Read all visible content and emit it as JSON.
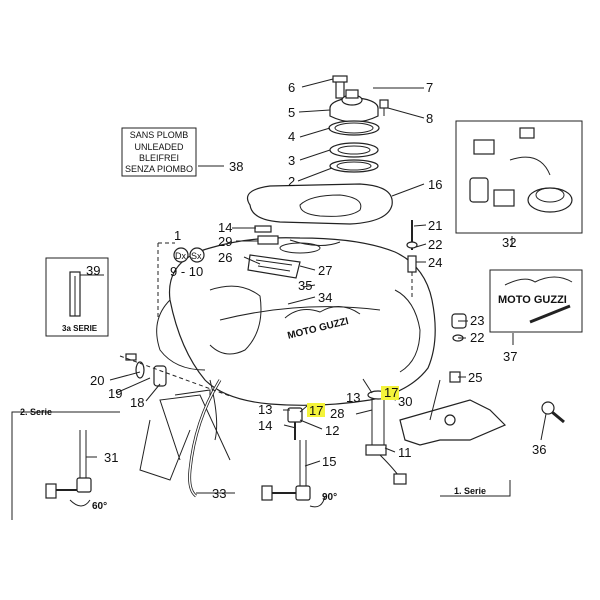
{
  "labels": {
    "p1": "1",
    "p2": "2",
    "p3": "3",
    "p4": "4",
    "p5": "5",
    "p6": "6",
    "p7": "7",
    "p8": "8",
    "p9_10": "9 - 10",
    "p11": "11",
    "p12": "12",
    "p13a": "13",
    "p13b": "13",
    "p14a": "14",
    "p14b": "14",
    "p15": "15",
    "p16": "16",
    "p17a": "17",
    "p17b": "17",
    "p18": "18",
    "p19": "19",
    "p20": "20",
    "p21": "21",
    "p22a": "22",
    "p22b": "22",
    "p23": "23",
    "p24": "24",
    "p25": "25",
    "p26": "26",
    "p27": "27",
    "p28": "28",
    "p29": "29",
    "p30": "30",
    "p31": "31",
    "p32": "32",
    "p33": "33",
    "p34": "34",
    "p35": "35",
    "p36": "36",
    "p37": "37",
    "p38": "38",
    "p39": "39"
  },
  "plate": {
    "line1": "SANS PLOMB",
    "line2": "UNLEADED",
    "line3": "BLEIFREI",
    "line4": "SENZA PIOMBO"
  },
  "series": {
    "second": "2. Serie",
    "first": "1. Serie",
    "third": "3a SERIE"
  },
  "angles": {
    "a60": "60°",
    "a90": "90°"
  },
  "side": {
    "dx": "Dx",
    "sx": "Sx"
  },
  "brand": {
    "tank_logo": "MOTO GUZZI",
    "badge_logo": "MOTO GUZZI"
  },
  "highlight_color": "#f4f33a"
}
